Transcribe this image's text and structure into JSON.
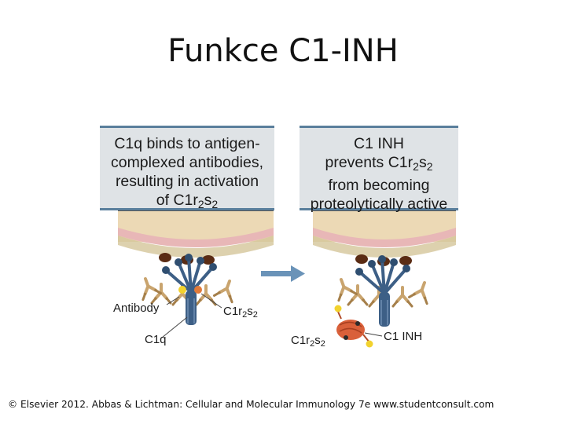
{
  "title": "Funkce C1-INH",
  "left_panel": {
    "line1": "C1q binds to antigen-",
    "line2": "complexed antibodies,",
    "line3": "resulting in activation",
    "line4_prefix": "of C1r",
    "line4_sub1": "2",
    "line4_mid": "s",
    "line4_sub2": "2"
  },
  "right_panel": {
    "line1": "C1 INH",
    "line2_prefix": "prevents C1r",
    "line2_sub1": "2",
    "line2_mid": "s",
    "line2_sub2": "2",
    "line3": "from becoming",
    "line4": "proteolytically active"
  },
  "labels": {
    "antibody": "Antibody",
    "c1q": "C1q",
    "c1r2s2_left": {
      "prefix": "C1r",
      "sub1": "2",
      "mid": "s",
      "sub2": "2"
    },
    "c1r2s2_right": {
      "prefix": "C1r",
      "sub1": "2",
      "mid": "s",
      "sub2": "2"
    },
    "c1inh": "C1 INH"
  },
  "colors": {
    "panel_border": "#5a7f9c",
    "panel_fill": "#dfe3e6",
    "cell_fill": "#ecd9b5",
    "membrane": "#e8b7b7",
    "c1q": "#3d5f86",
    "antibody": "#c9a46e",
    "antigen": "#5a2c14",
    "arrow": "#6a93b8",
    "c1inh_body": "#d9603a",
    "c1inh_ball": "#f2d22e"
  },
  "footer": "© Elsevier 2012. Abbas & Lichtman: Cellular and Molecular Immunology 7e www.studentconsult.com"
}
